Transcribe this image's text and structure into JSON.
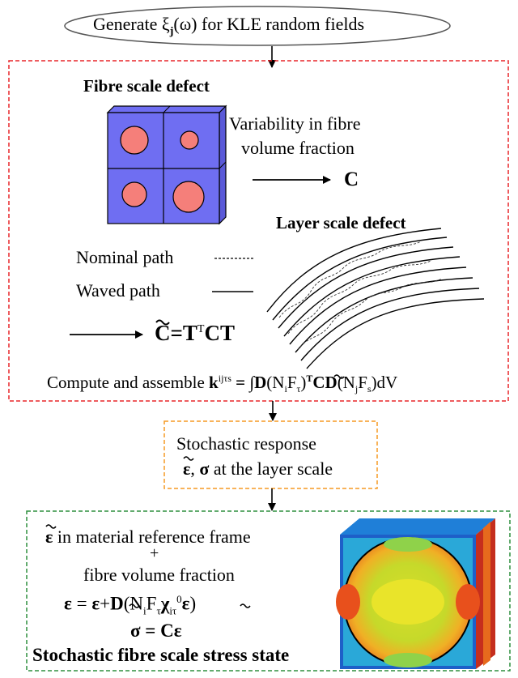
{
  "header": {
    "label": "Generate ξ",
    "sub": "j",
    "tail": "(ω) for KLE random fields"
  },
  "fibre_section": {
    "title": "Fibre scale defect",
    "variability_line1": "Variability in fibre",
    "variability_line2": "volume fraction",
    "result": "C"
  },
  "layer_section": {
    "title": "Layer scale defect",
    "nominal_label": "Nominal path",
    "waved_label": "Waved path",
    "transform_lhs": "C",
    "transform_rhs": "=T",
    "transform_sup": "T",
    "transform_tail": "CT"
  },
  "assemble": {
    "prefix": "Compute and assemble ",
    "k": "k",
    "k_sup": "ijτs",
    "eq": " = ∫",
    "D1": "D",
    "p1": "(N",
    "s1": "i",
    "p2": "F",
    "s2": "τ",
    "p3": ")",
    "T": "T",
    "C": "C",
    "D2": "D",
    "p4": "(N",
    "s3": "j",
    "p5": "F",
    "s4": "s",
    "p6": ")dV"
  },
  "response": {
    "title": "Stochastic response",
    "eps": "ε",
    "sigma": "σ",
    "comma": ", ",
    "tail": " at the layer scale"
  },
  "bottom": {
    "line1": " in material reference frame",
    "eps": "ε",
    "plus": "+",
    "line2": "fibre volume fraction",
    "eq_lhs": "ε",
    "eq_mid": " = ",
    "eq_eps2": "ε",
    "eq_plus": "+",
    "eq_D": "D",
    "eq_p1": "(N",
    "eq_s1": "i",
    "eq_F": "F",
    "eq_s2": "τ",
    "eq_chi": "χ",
    "eq_s3": "iτ",
    "eq_sup0": "0",
    "eq_eps3": "ε",
    "eq_close": ")",
    "sigma_eq": "σ = Cε",
    "stress_title": "Stochastic fibre scale stress state"
  },
  "colors": {
    "red_dash": "#e8262a",
    "orange_dash": "#f59a23",
    "green_dash": "#2f8f3f",
    "fibre_blue": "#6f6ef2",
    "fibre_pink": "#f57f7a"
  }
}
